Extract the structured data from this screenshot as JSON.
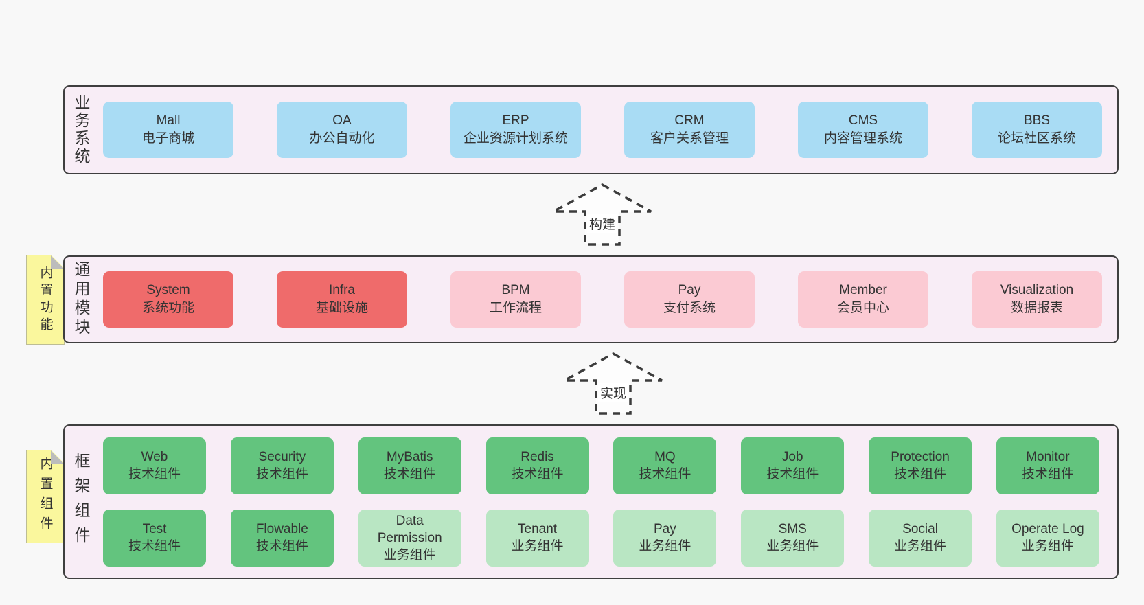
{
  "colors": {
    "page_bg": "#f8f8f8",
    "panel_bg": "#f8edf6",
    "panel_border": "#3f3f3f",
    "business_box": "#a9dcf4",
    "core_module_box": "#ef6b6b",
    "optional_module_box": "#fbcad3",
    "tech_component_box": "#63c47e",
    "biz_component_box": "#b9e6c3",
    "sticky_note": "#faf79d",
    "note_fold": "#bcbcbc",
    "text": "#333333"
  },
  "business": {
    "label": "业务系统",
    "items": [
      {
        "title": "Mall",
        "subtitle": "电子商城"
      },
      {
        "title": "OA",
        "subtitle": "办公自动化"
      },
      {
        "title": "ERP",
        "subtitle": "企业资源计划系统"
      },
      {
        "title": "CRM",
        "subtitle": "客户关系管理"
      },
      {
        "title": "CMS",
        "subtitle": "内容管理系统"
      },
      {
        "title": "BBS",
        "subtitle": "论坛社区系统"
      }
    ]
  },
  "arrows": {
    "build": "构建",
    "implement": "实现"
  },
  "modules": {
    "label": "通用模块",
    "note": "内置功能",
    "items": [
      {
        "title": "System",
        "subtitle": "系统功能"
      },
      {
        "title": "Infra",
        "subtitle": "基础设施"
      },
      {
        "title": "BPM",
        "subtitle": "工作流程"
      },
      {
        "title": "Pay",
        "subtitle": "支付系统"
      },
      {
        "title": "Member",
        "subtitle": "会员中心"
      },
      {
        "title": "Visualization",
        "subtitle": "数据报表"
      }
    ]
  },
  "framework": {
    "label": "框架组件",
    "note": "内置组件",
    "rows": [
      [
        {
          "title": "Web",
          "subtitle": "技术组件"
        },
        {
          "title": "Security",
          "subtitle": "技术组件"
        },
        {
          "title": "MyBatis",
          "subtitle": "技术组件"
        },
        {
          "title": "Redis",
          "subtitle": "技术组件"
        },
        {
          "title": "MQ",
          "subtitle": "技术组件"
        },
        {
          "title": "Job",
          "subtitle": "技术组件"
        },
        {
          "title": "Protection",
          "subtitle": "技术组件"
        },
        {
          "title": "Monitor",
          "subtitle": "技术组件"
        }
      ],
      [
        {
          "title": "Test",
          "subtitle": "技术组件"
        },
        {
          "title": "Flowable",
          "subtitle": "技术组件"
        },
        {
          "title": "Data Permission",
          "subtitle": "业务组件"
        },
        {
          "title": "Tenant",
          "subtitle": "业务组件"
        },
        {
          "title": "Pay",
          "subtitle": "业务组件"
        },
        {
          "title": "SMS",
          "subtitle": "业务组件"
        },
        {
          "title": "Social",
          "subtitle": "业务组件"
        },
        {
          "title": "Operate Log",
          "subtitle": "业务组件"
        }
      ]
    ]
  }
}
